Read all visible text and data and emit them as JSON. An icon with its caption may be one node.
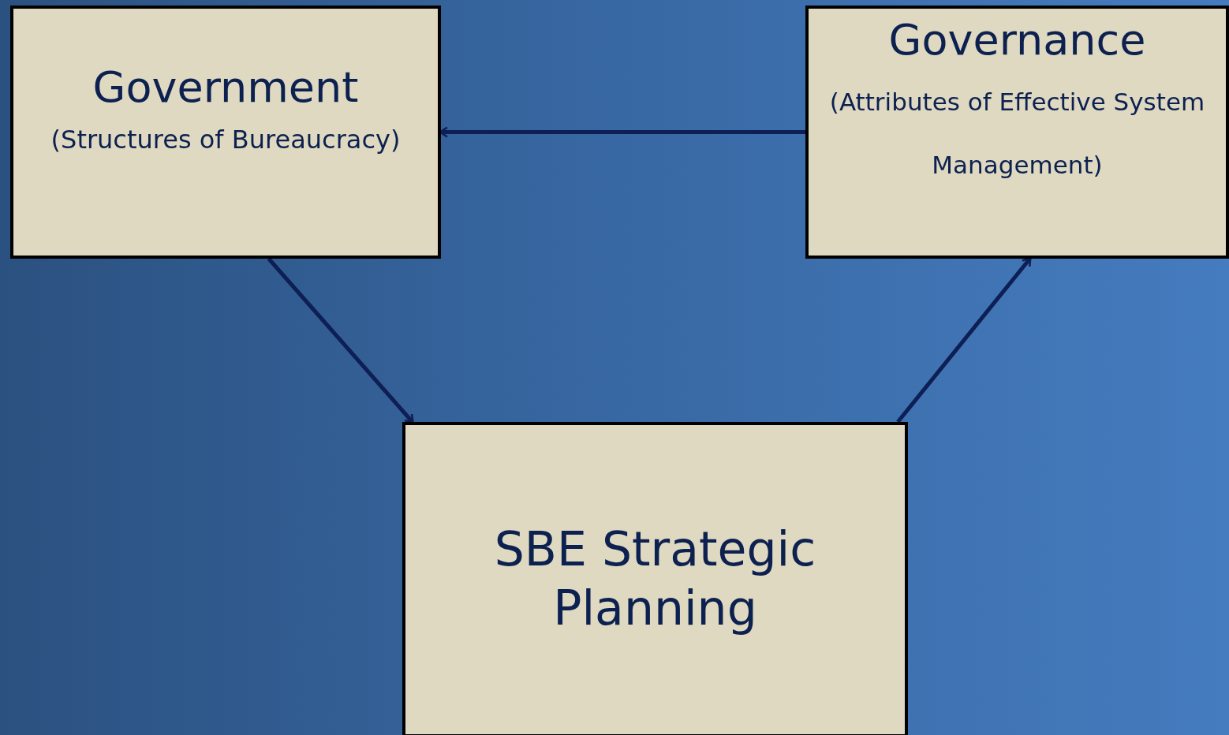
{
  "diagram": {
    "nodes": [
      {
        "text": [
          "Government",
          "(Structures of Bureaucracy)"
        ]
      },
      {
        "text": [
          "Governance",
          "(Attributes of Effective System Management)"
        ]
      },
      {
        "text": [
          "SBE Strategic Planning"
        ]
      }
    ],
    "edges": [
      {
        "from": 1,
        "to": 0,
        "arrow": "to"
      },
      {
        "from": 0,
        "to": 2,
        "arrow": "to"
      },
      {
        "from": 2,
        "to": 1,
        "arrow": "to"
      }
    ]
  }
}
